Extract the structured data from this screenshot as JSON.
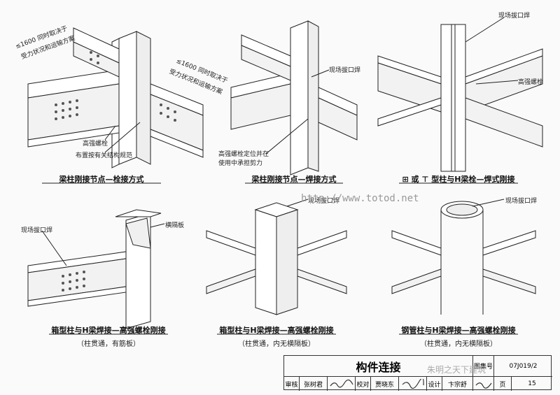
{
  "diagrams": [
    {
      "caption": "梁柱刚接节点—栓接方式",
      "labels": {
        "dim_1": "≤1600 同时取决于",
        "dim_1b": "受力状况和运输方案",
        "dim_2": "≤1600 同时取决于",
        "dim_2b": "受力状况和运输方案",
        "bolt": "高强螺栓",
        "arrangement": "布置按有关结构规范"
      }
    },
    {
      "caption": "梁柱刚接节点—焊接方式",
      "labels": {
        "weld": "现场拔口焊",
        "bolt_pos": "高强螺栓定位并在",
        "bolt_pos_b": "使用中承担剪力"
      }
    },
    {
      "caption": "型柱与H梁栓—焊式刚接",
      "caption_prefix": "或",
      "labels": {
        "weld": "现场拔口焊",
        "bolt": "高强螺栓"
      }
    },
    {
      "caption": "箱型柱与H梁焊接—高强螺栓刚接",
      "subcaption": "（柱贯通，有筋板）",
      "labels": {
        "weld": "现场拔口焊",
        "diaphragm": "横隔板"
      }
    },
    {
      "caption": "箱型柱与H梁焊接—高强螺栓刚接",
      "subcaption": "（柱贯通，内无横隔板）",
      "labels": {
        "weld": "现场拔口焊"
      }
    },
    {
      "caption": "钢管柱与H梁焊接—高强螺栓刚接",
      "subcaption": "（柱贯通，内无横隔板）",
      "labels": {
        "weld": "现场拔口焊"
      }
    }
  ],
  "watermark": "http://www.totod.net",
  "watermark2": "朱明之天下建筑",
  "title_block": {
    "title": "构件连接",
    "atlas_label": "图集号",
    "atlas_no": "07J019/2",
    "page_label": "页",
    "page_no": "15",
    "review_label": "审核",
    "review_name": "张树君",
    "check_label": "校对",
    "check_name": "贾晓东",
    "design_label": "设计",
    "design_name": "卞宗舒"
  }
}
